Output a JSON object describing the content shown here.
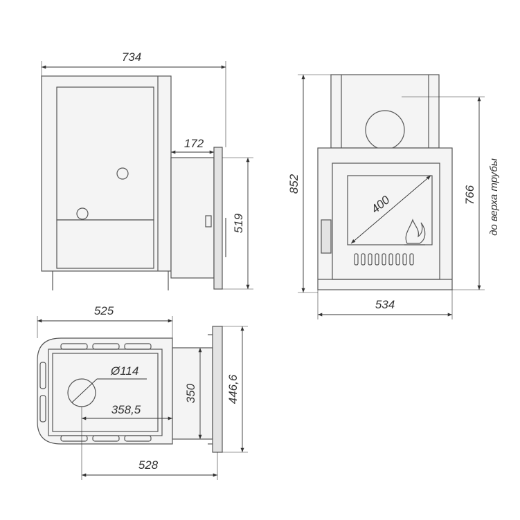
{
  "dimensions": {
    "side_width": "734",
    "firebox_depth": "172",
    "firebox_height": "519",
    "total_height": "852",
    "height_to_flue": "766",
    "flue_note": "до верха трубы",
    "door_diagonal": "400",
    "front_width": "534",
    "top_width": "525",
    "flue_diameter": "Ø114",
    "flue_offset": "358,5",
    "channel_width": "350",
    "overall_width": "446,6",
    "bottom_length": "528"
  },
  "colors": {
    "outline": "#555555",
    "fill": "#f4f4f4",
    "dimension": "#333333"
  }
}
